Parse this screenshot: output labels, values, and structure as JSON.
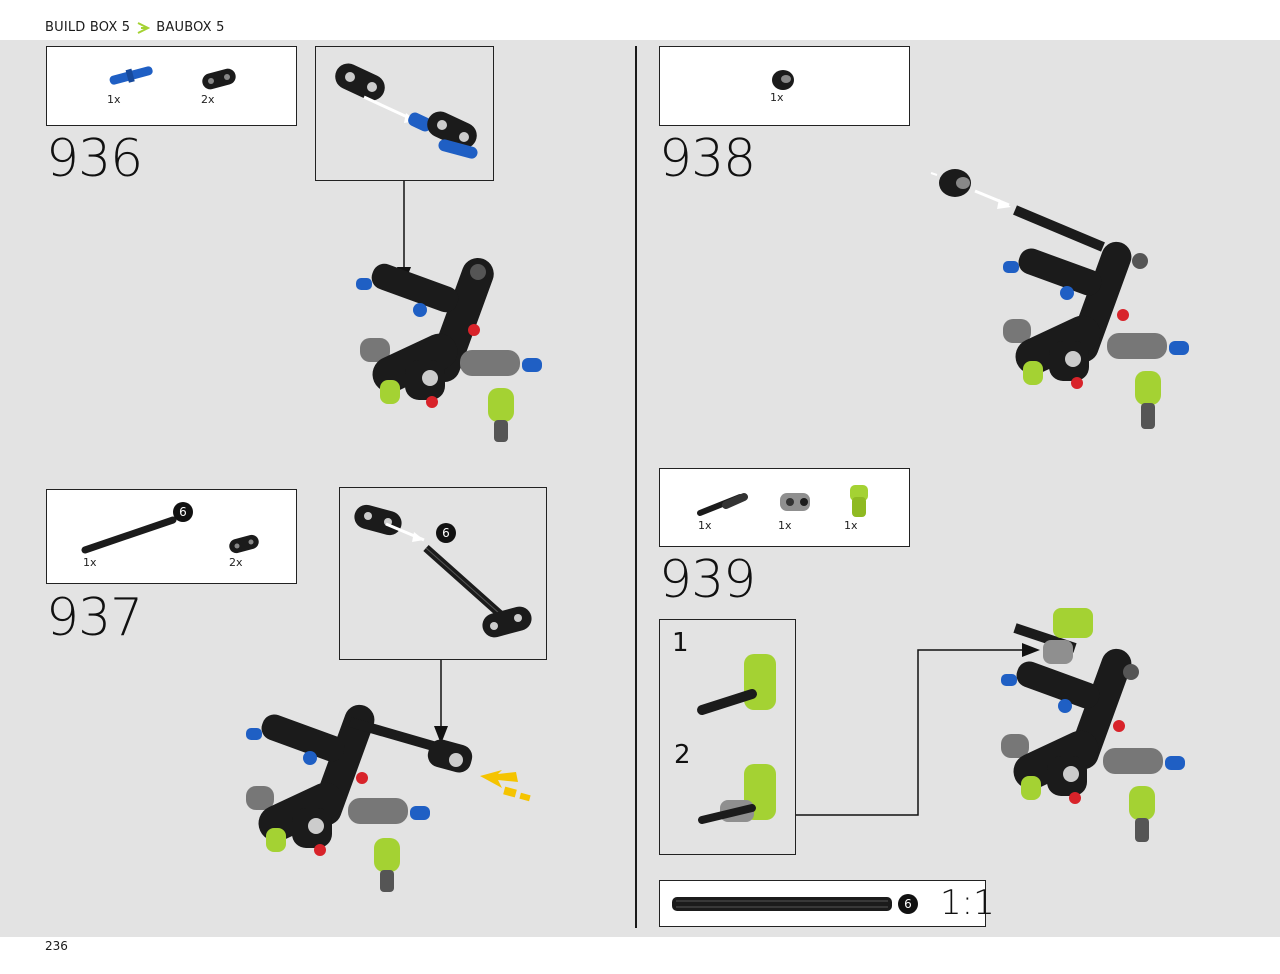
{
  "header": {
    "breadcrumb_left": "BUILD BOX 5",
    "breadcrumb_right": "BAUBOX 5"
  },
  "footer": {
    "page_number": "236"
  },
  "colors": {
    "accent": "#a4d233",
    "blue": "#1f5fc4",
    "black": "#1b1b1b",
    "gray": "#8f8f8f",
    "red": "#d8232a",
    "yellow": "#f5c400",
    "page_bg": "#e3e3e3"
  },
  "steps": [
    {
      "number": "936",
      "parts": [
        {
          "icon": "blue-pin-icon",
          "qty": "1x"
        },
        {
          "icon": "black-connector-icon",
          "qty": "2x"
        }
      ]
    },
    {
      "number": "937",
      "parts": [
        {
          "icon": "black-axle-icon",
          "qty": "1x",
          "length": "6"
        },
        {
          "icon": "black-beam-icon",
          "qty": "2x"
        }
      ],
      "callout_length": "6"
    },
    {
      "number": "938",
      "parts": [
        {
          "icon": "black-bush-icon",
          "qty": "1x"
        }
      ]
    },
    {
      "number": "939",
      "parts": [
        {
          "icon": "black-axle-pin-icon",
          "qty": "1x"
        },
        {
          "icon": "gray-cross-block-icon",
          "qty": "1x"
        },
        {
          "icon": "lime-connector-icon",
          "qty": "1x"
        }
      ],
      "substeps": [
        "1",
        "2"
      ]
    }
  ],
  "scale_ruler": {
    "length": "6",
    "scale": "1:1"
  }
}
